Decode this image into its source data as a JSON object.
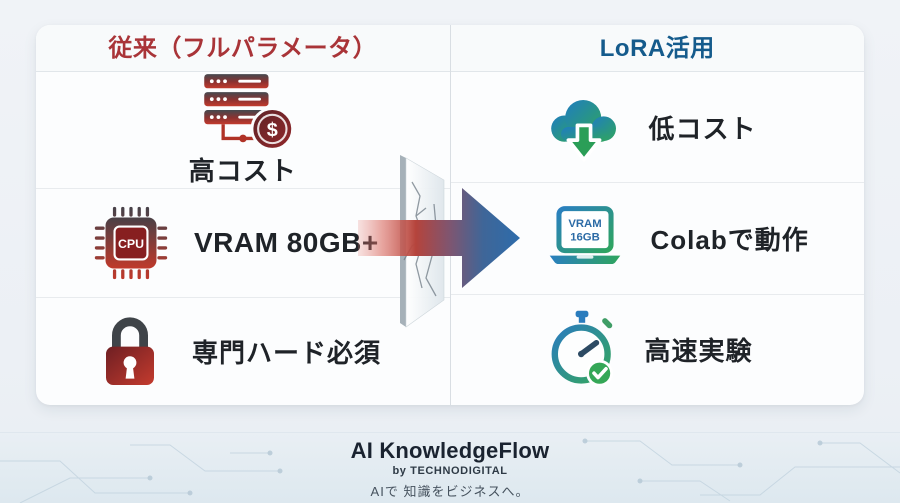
{
  "panel": {
    "left": {
      "title": "従来（フルパラメータ）",
      "rows": [
        {
          "icon": "server-dollar-icon",
          "label": "高コスト"
        },
        {
          "icon": "cpu-chip-icon",
          "label": "VRAM 80GB+"
        },
        {
          "icon": "lock-icon",
          "label": "専門ハード必須"
        }
      ]
    },
    "right": {
      "title": "LoRA活用",
      "rows": [
        {
          "icon": "cloud-download-icon",
          "label": "低コスト"
        },
        {
          "icon": "laptop-vram-icon",
          "label": "Colabで動作"
        },
        {
          "icon": "stopwatch-check-icon",
          "label": "高速実験"
        }
      ]
    }
  },
  "icons": {
    "coin_symbol": "$",
    "cpu_label": "CPU",
    "laptop_screen_line1": "VRAM",
    "laptop_screen_line2": "16GB"
  },
  "footer": {
    "brand": "AI KnowledgeFlow",
    "byline": "by TECHNODIGITAL",
    "tagline": "AIで 知識をビジネスへ。"
  },
  "colors": {
    "left_title": "#a93438",
    "right_title": "#155b8c",
    "label_text": "#1f2328",
    "icon_red_dark": "#474c52",
    "icon_red": "#c0392b",
    "icon_blue": "#1f7dc0",
    "icon_green": "#2fa55e",
    "arrow_red": "#b5443c",
    "arrow_blue": "#2d6cab",
    "card_bg": "#fcfdfe",
    "page_bg": "#edf1f6",
    "footer_bg": "#dde8ef"
  }
}
